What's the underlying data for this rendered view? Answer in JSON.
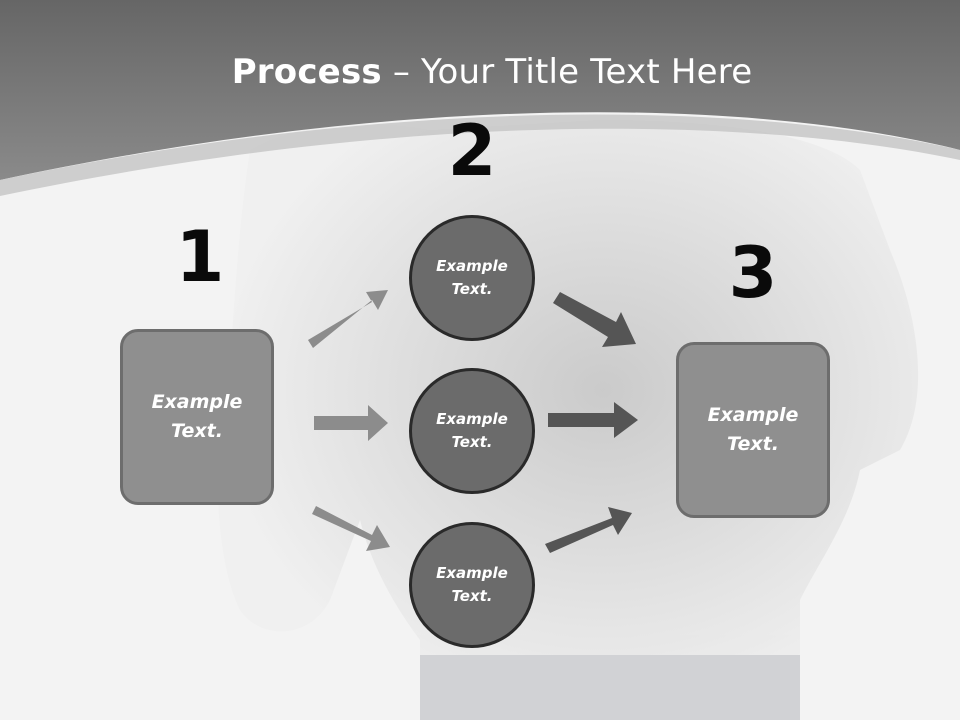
{
  "title": {
    "bold": "Process",
    "rest": " – Your Title Text Here"
  },
  "steps": {
    "one": "1",
    "two": "2",
    "three": "3"
  },
  "input_box": {
    "line1": "Example",
    "line2": "Text."
  },
  "circles": [
    {
      "line1": "Example",
      "line2": "Text."
    },
    {
      "line1": "Example",
      "line2": "Text."
    },
    {
      "line1": "Example",
      "line2": "Text."
    }
  ],
  "output_box": {
    "line1": "Example",
    "line2": "Text."
  },
  "colors": {
    "header_band": "#7b7b7b",
    "box_fill": "#8f8f8f",
    "circle_fill": "#6b6b6b",
    "arrow_light": "#8c8c8c",
    "arrow_dark": "#555555"
  }
}
